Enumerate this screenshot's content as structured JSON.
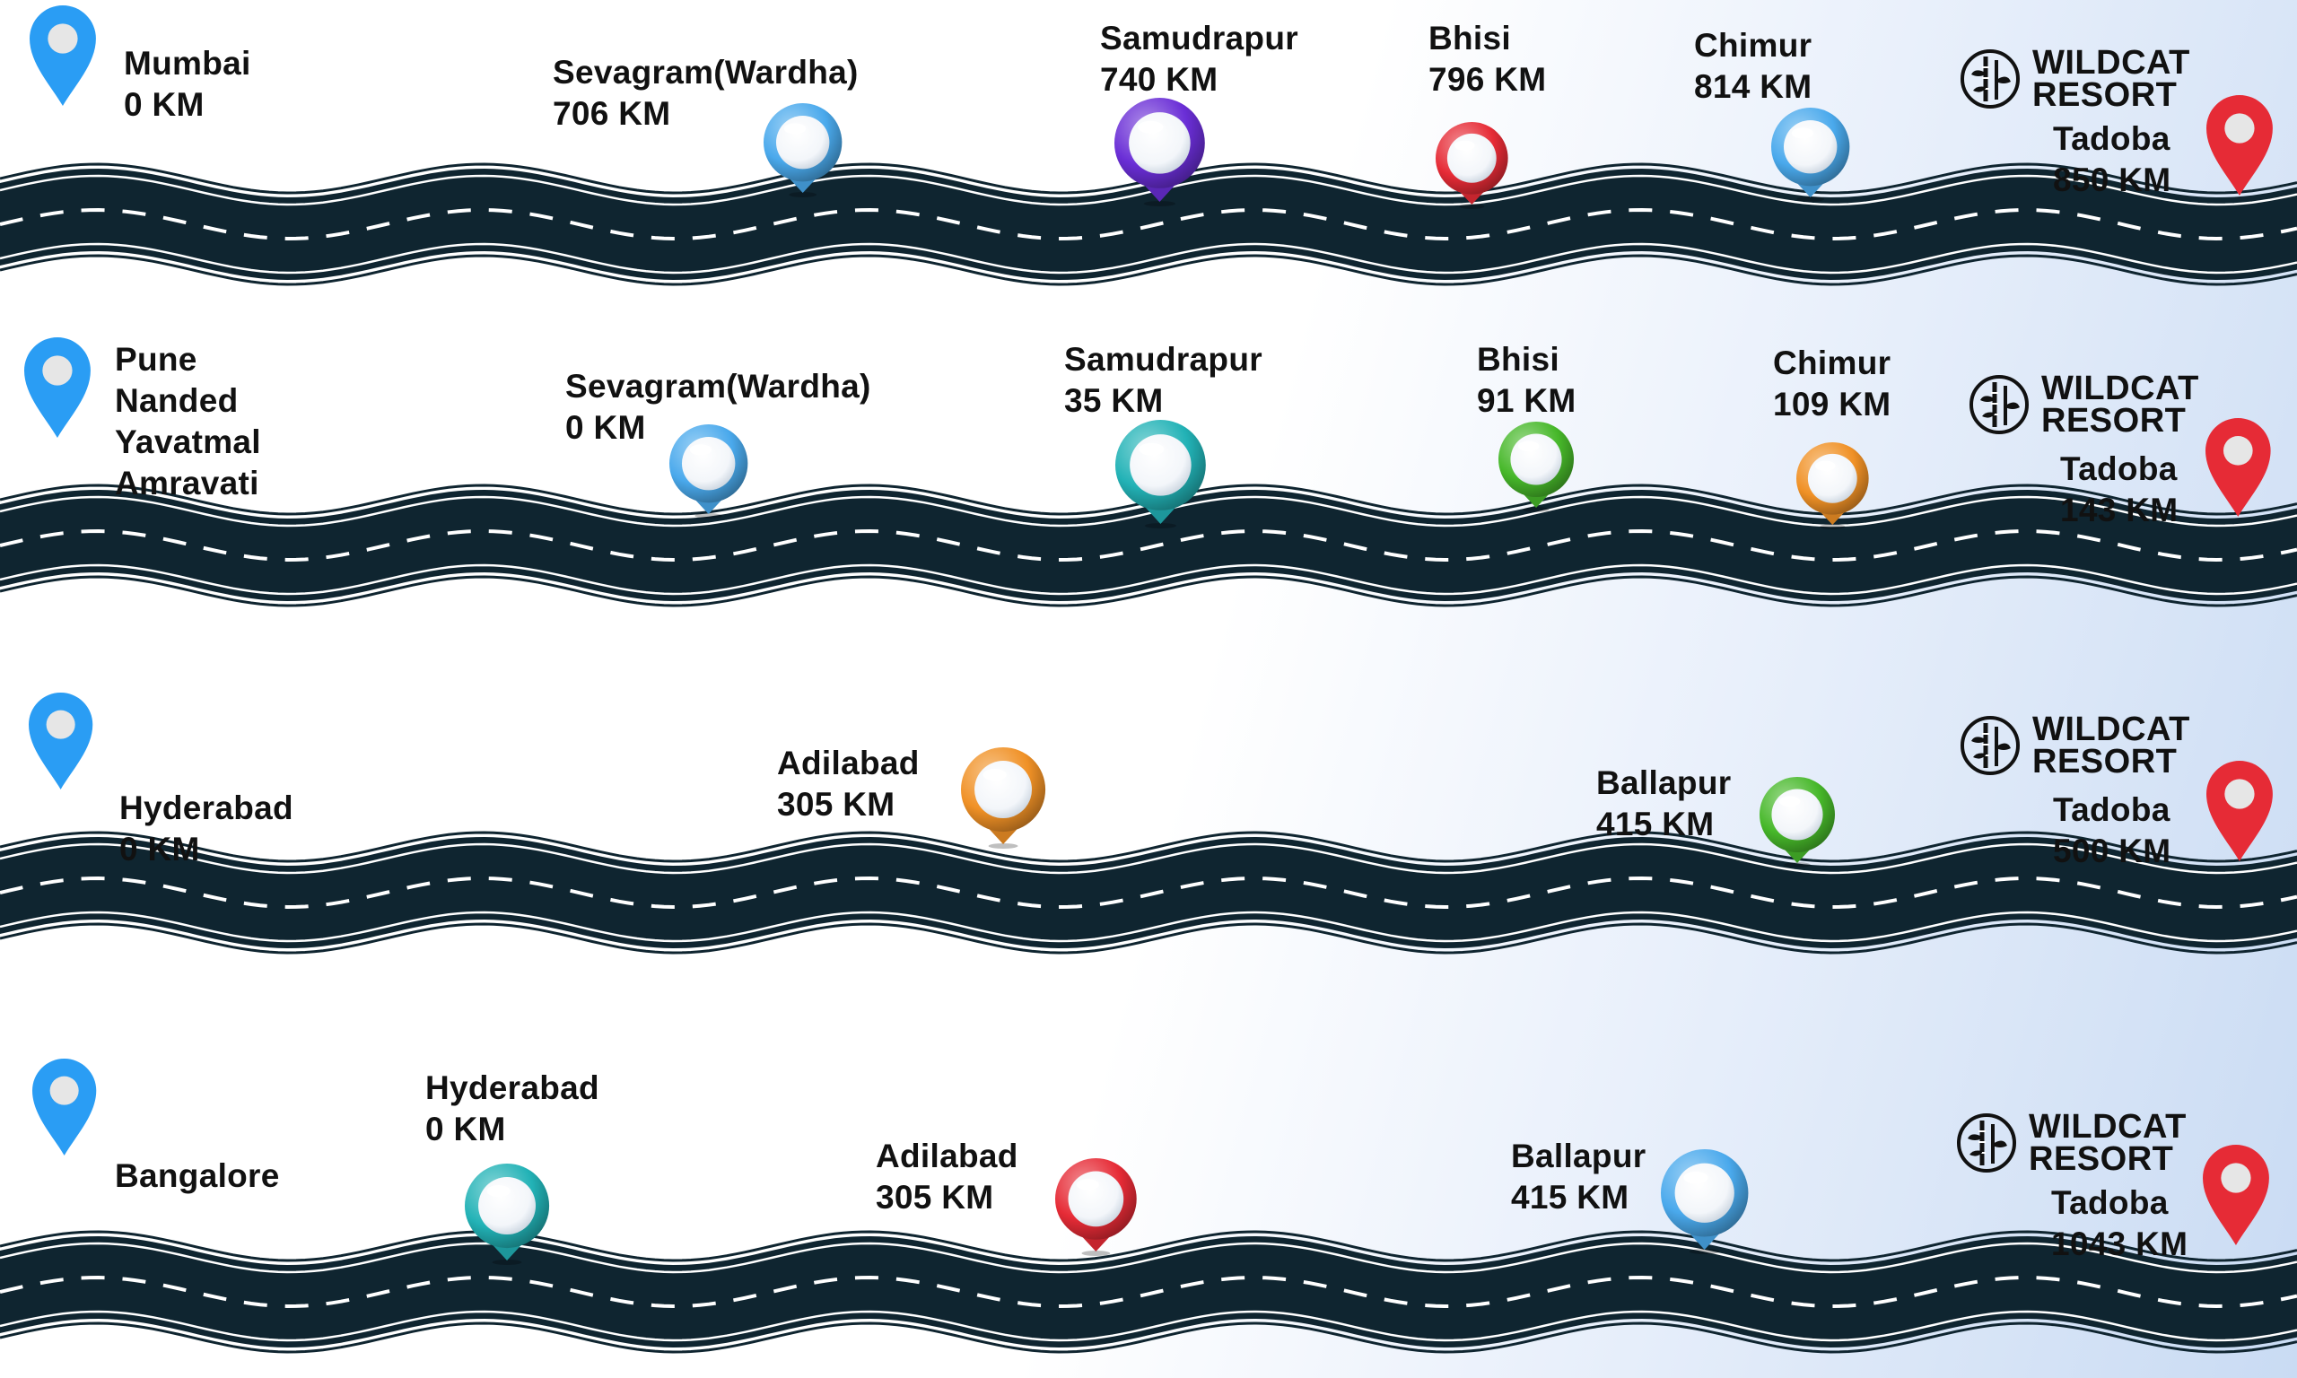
{
  "colors": {
    "road": "#0f2530",
    "dash": "#ffffff",
    "blue": "#2a9df4",
    "red": "#e62b36",
    "purple": "#6a2ed6",
    "teal": "#22b2b6",
    "green": "#47b82a",
    "orange": "#f09126",
    "lightblue": "#4aa9ec"
  },
  "brand": {
    "line1": "WILDCAT",
    "line2": "RESORT",
    "icon": "bamboo-icon"
  },
  "routes": [
    {
      "origin": {
        "lines": [
          "Mumbai",
          "0 KM"
        ],
        "pin_color": "blue"
      },
      "stops": [
        {
          "lines": [
            "Sevagram(Wardha)",
            "706 KM"
          ],
          "pin_color": "lightblue"
        },
        {
          "lines": [
            "Samudrapur",
            "740 KM"
          ],
          "pin_color": "purple"
        },
        {
          "lines": [
            "Bhisi",
            "796 KM"
          ],
          "pin_color": "red"
        },
        {
          "lines": [
            "Chimur",
            "814 KM"
          ],
          "pin_color": "lightblue"
        }
      ],
      "destination": {
        "lines": [
          "Tadoba",
          "850 KM"
        ],
        "pin_color": "red"
      }
    },
    {
      "origin": {
        "lines": [
          "Pune",
          "Nanded",
          "Yavatmal",
          "Amravati"
        ],
        "pin_color": "blue"
      },
      "stops": [
        {
          "lines": [
            "Sevagram(Wardha)",
            "0 KM"
          ],
          "pin_color": "lightblue"
        },
        {
          "lines": [
            "Samudrapur",
            "35 KM"
          ],
          "pin_color": "teal"
        },
        {
          "lines": [
            "Bhisi",
            "91 KM"
          ],
          "pin_color": "green"
        },
        {
          "lines": [
            "Chimur",
            "109 KM"
          ],
          "pin_color": "orange"
        }
      ],
      "destination": {
        "lines": [
          "Tadoba",
          "143 KM"
        ],
        "pin_color": "red"
      }
    },
    {
      "origin": {
        "lines": [
          "Hyderabad",
          "0 KM"
        ],
        "pin_color": "blue"
      },
      "stops": [
        {
          "lines": [
            "Adilabad",
            "305 KM"
          ],
          "pin_color": "orange"
        },
        {
          "lines": [
            "Ballapur",
            "415 KM"
          ],
          "pin_color": "green"
        }
      ],
      "destination": {
        "lines": [
          "Tadoba",
          "500 KM"
        ],
        "pin_color": "red"
      }
    },
    {
      "origin": {
        "lines": [
          "Bangalore"
        ],
        "pin_color": "blue"
      },
      "stops": [
        {
          "lines": [
            "Hyderabad",
            "0 KM"
          ],
          "pin_color": "teal"
        },
        {
          "lines": [
            "Adilabad",
            "305 KM"
          ],
          "pin_color": "red"
        },
        {
          "lines": [
            "Ballapur",
            "415 KM"
          ],
          "pin_color": "lightblue"
        }
      ],
      "destination": {
        "lines": [
          "Tadoba",
          "1043 KM"
        ],
        "pin_color": "red"
      }
    }
  ]
}
